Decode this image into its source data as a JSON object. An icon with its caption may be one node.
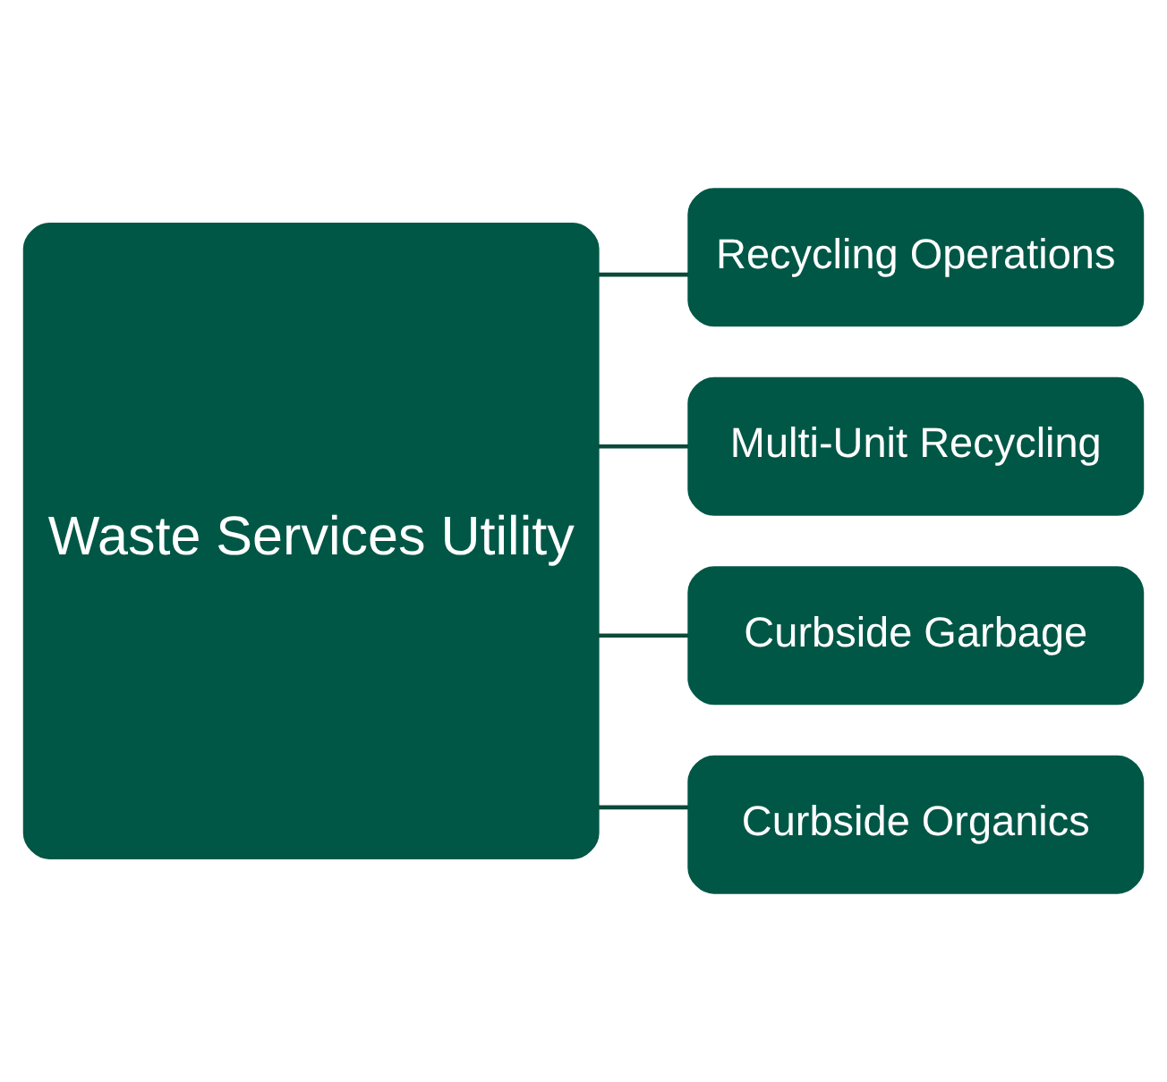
{
  "diagram": {
    "nodes": [
      {
        "text": [
          "Waste Services Utility"
        ]
      },
      {
        "text": [
          "Recycling Operations"
        ]
      },
      {
        "text": [
          "Multi-Unit Recycling"
        ]
      },
      {
        "text": [
          "Curbside Garbage"
        ]
      },
      {
        "text": [
          "Curbside Organics"
        ]
      }
    ],
    "edges": [
      {
        "from": 0,
        "to": 1,
        "arrow": "none"
      },
      {
        "from": 0,
        "to": 2,
        "arrow": "none"
      },
      {
        "from": 0,
        "to": 3,
        "arrow": "none"
      },
      {
        "from": 0,
        "to": 4,
        "arrow": "none"
      }
    ]
  }
}
